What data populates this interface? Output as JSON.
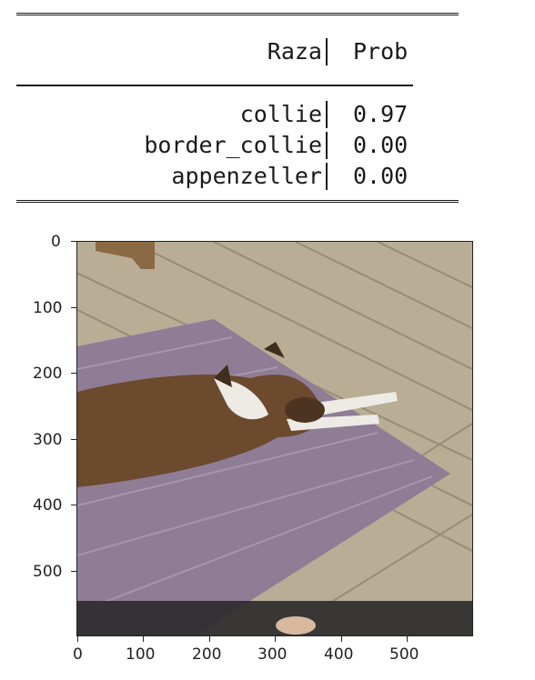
{
  "table": {
    "header": {
      "col_breed": "Raza",
      "col_prob": "Prob"
    },
    "rows": [
      {
        "breed": "collie",
        "prob": "0.97"
      },
      {
        "breed": "border_collie",
        "prob": "0.00"
      },
      {
        "breed": "appenzeller",
        "prob": "0.00"
      }
    ]
  },
  "image_plot": {
    "x_ticks": [
      "0",
      "100",
      "200",
      "300",
      "400",
      "500"
    ],
    "y_ticks": [
      "0",
      "100",
      "200",
      "300",
      "400",
      "500"
    ],
    "image_description_icon": "dog-on-rug-photo"
  },
  "colors": {
    "deck_wood": "#b8ab93",
    "rug": "#8c7a93",
    "dog_brown": "#6b4a2e",
    "dog_white": "#eeeae4"
  }
}
